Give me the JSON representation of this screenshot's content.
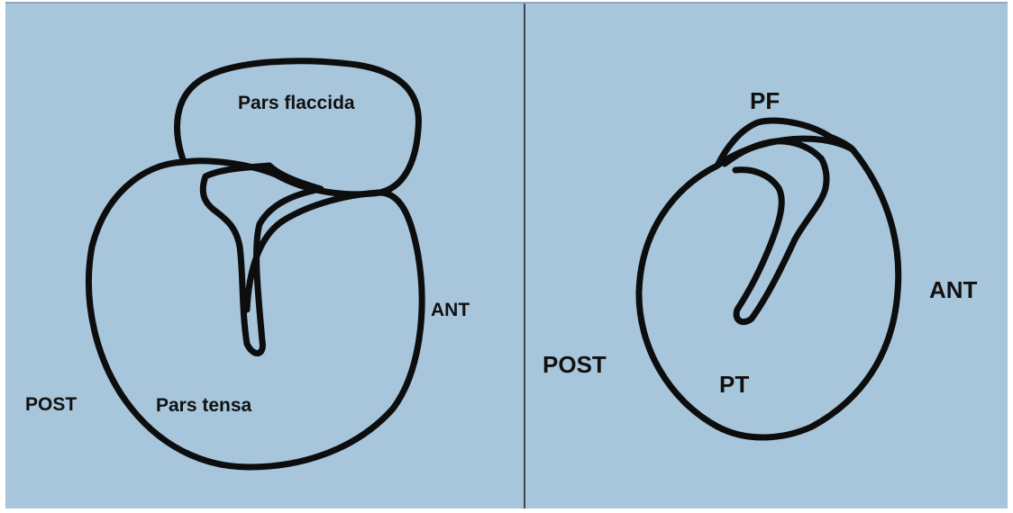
{
  "left_panel": {
    "pars_flaccida": "Pars flaccida",
    "pars_tensa": "Pars tensa",
    "ant": "ANT",
    "post": "POST"
  },
  "right_panel": {
    "pf": "PF",
    "pt": "PT",
    "ant": "ANT",
    "post": "POST"
  },
  "colors": {
    "background": "#a7c6dc",
    "outline": "#0d0d0d"
  }
}
